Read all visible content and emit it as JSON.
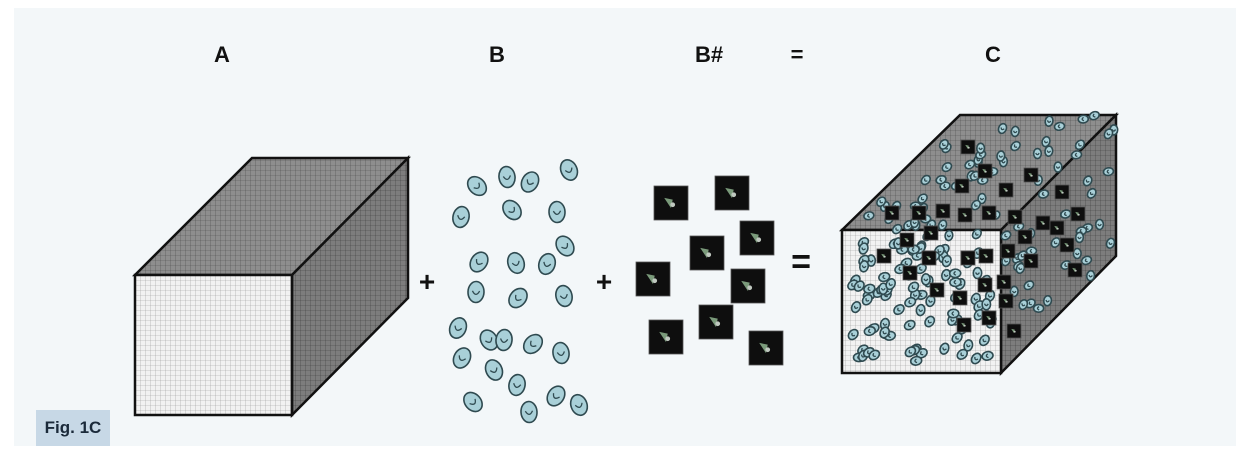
{
  "headers": {
    "a": "A",
    "b": "B",
    "b_sharp": "B#",
    "equals": "=",
    "c": "C"
  },
  "operators": {
    "plus_1": "+",
    "plus_2": "+",
    "equals": "="
  },
  "figure_label": "Fig. 1C",
  "colors": {
    "background": "#f3f7f9",
    "label_box": "#c7d8e6",
    "cell": "#a9d0d8",
    "square": "#0e0e0e",
    "cube_top": "#8c8c8c",
    "cube_side": "#8a8a8a",
    "cube_front": "#f0f0f0"
  }
}
